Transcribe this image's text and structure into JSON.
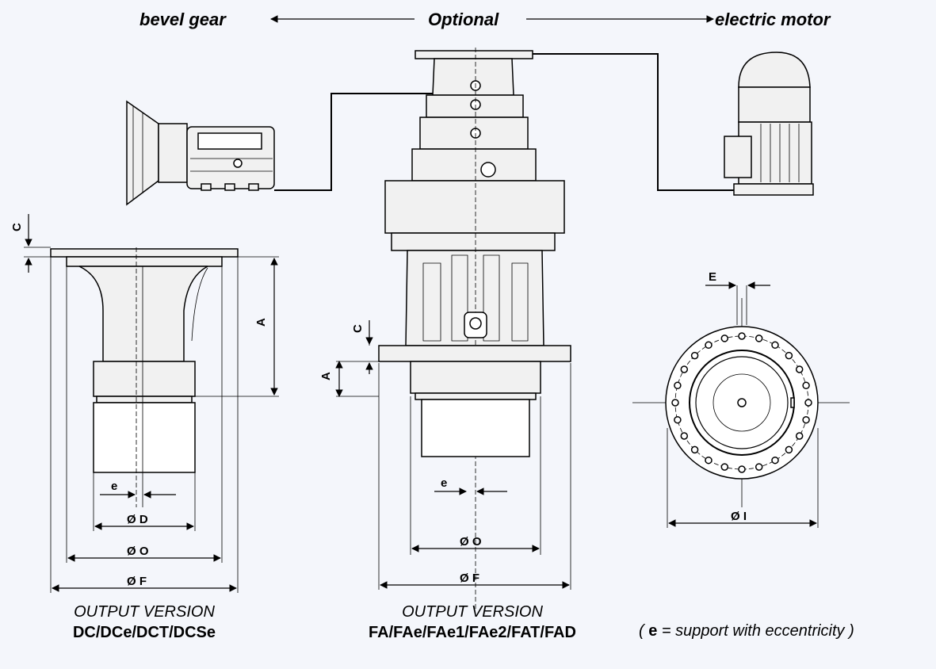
{
  "header": {
    "bevel_gear": "bevel gear",
    "optional": "Optional",
    "electric_motor": "electric motor"
  },
  "dimensions": {
    "left": {
      "c": "C",
      "a": "A",
      "e": "e",
      "d": "Ø D",
      "o": "Ø O",
      "f": "Ø F"
    },
    "center": {
      "c": "C",
      "a": "A",
      "e": "e",
      "o": "Ø O",
      "f": "Ø F"
    },
    "right": {
      "e_upper": "E",
      "i": "Ø I"
    }
  },
  "captions": {
    "left_line1": "OUTPUT VERSION",
    "left_line2": "DC/DCe/DCT/DCSe",
    "center_line1": "OUTPUT VERSION",
    "center_line2": "FA/FAe/FAe1/FAe2/FAT/FAD",
    "note_open": "( ",
    "note_e": "e",
    "note_rest": " = support with eccentricity )"
  }
}
